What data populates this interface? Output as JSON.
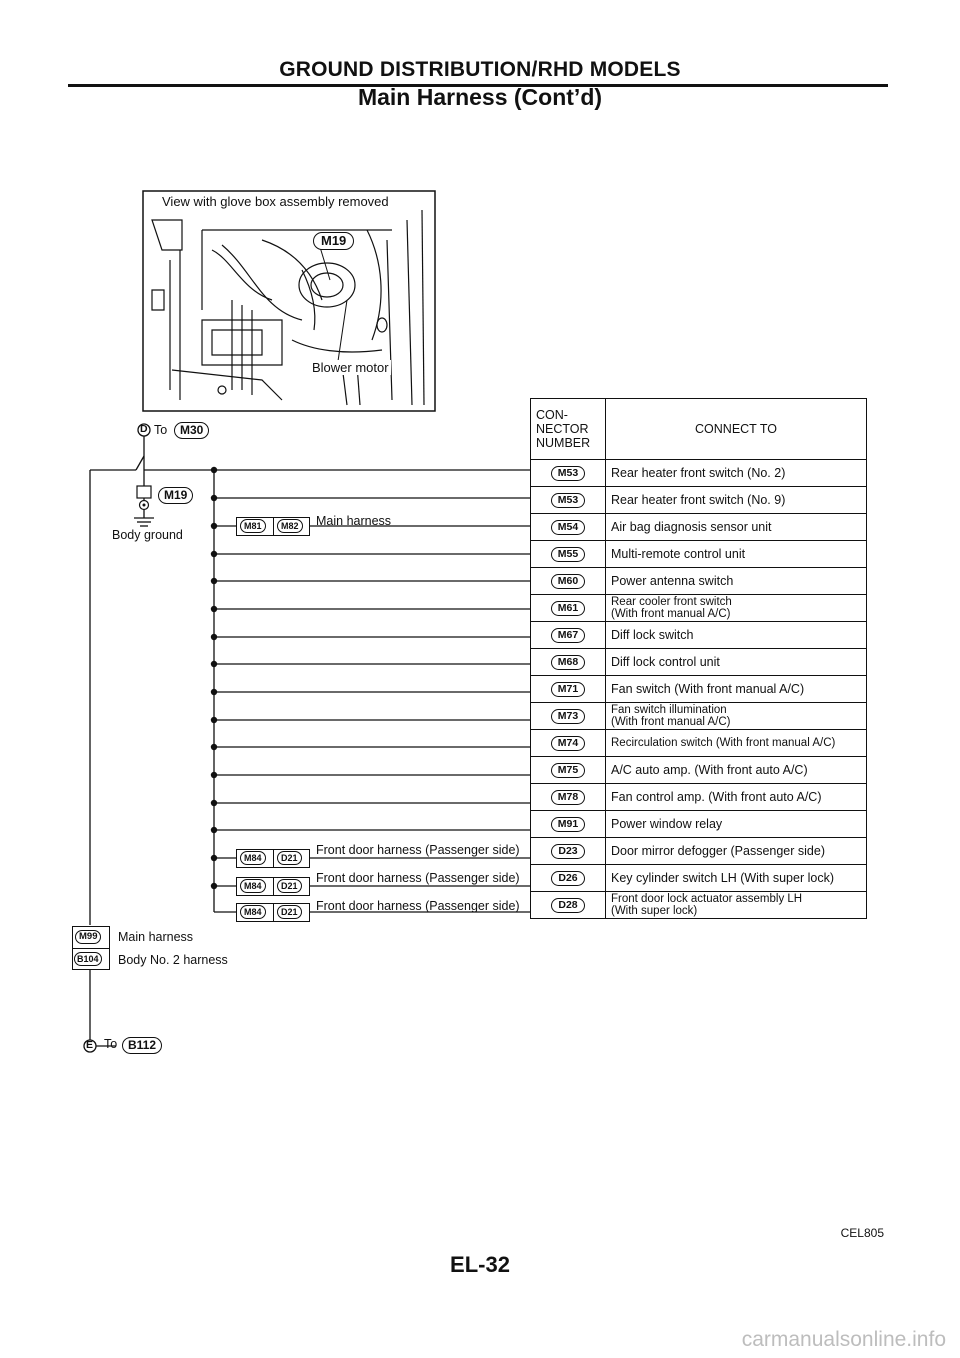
{
  "header": {
    "title": "GROUND DISTRIBUTION/RHD MODELS",
    "subtitle": "Main Harness (Cont’d)"
  },
  "photo": {
    "caption": "View with glove box assembly removed",
    "connector_callout": "M19",
    "blower_label": "Blower motor"
  },
  "ground": {
    "to_prefix": "To",
    "top_connector": "D",
    "top_target": "M30",
    "ground_connector": "M19",
    "ground_label": "Body ground",
    "bottom_connector": "E",
    "bottom_target": "B112"
  },
  "harness_pairs": {
    "main_pair": [
      "M81",
      "M82"
    ],
    "main_pair_label": "Main harness",
    "door_pair": [
      "M84",
      "D21"
    ],
    "door_pair_label": "Front door harness (Passenger side)"
  },
  "lower_harness": [
    {
      "connector": "M99",
      "label": "Main harness"
    },
    {
      "connector": "B104",
      "label": "Body No. 2 harness"
    }
  ],
  "table": {
    "col1_header": "CON-\nNECTOR\nNUMBER",
    "col2_header": "CONNECT TO",
    "rows": [
      {
        "connector": "M53",
        "connect_to": "Rear heater front switch (No. 2)"
      },
      {
        "connector": "M53",
        "connect_to": "Rear heater front switch (No. 9)"
      },
      {
        "connector": "M54",
        "connect_to": "Air bag diagnosis sensor unit"
      },
      {
        "connector": "M55",
        "connect_to": "Multi-remote control unit"
      },
      {
        "connector": "M60",
        "connect_to": "Power antenna switch"
      },
      {
        "connector": "M61",
        "connect_to": "Rear cooler front switch\n(With front manual A/C)"
      },
      {
        "connector": "M67",
        "connect_to": "Diff lock switch"
      },
      {
        "connector": "M68",
        "connect_to": "Diff lock control unit"
      },
      {
        "connector": "M71",
        "connect_to": "Fan switch (With front manual A/C)"
      },
      {
        "connector": "M73",
        "connect_to": "Fan switch illumination\n(With front manual A/C)"
      },
      {
        "connector": "M74",
        "connect_to": "Recirculation switch (With front manual A/C)"
      },
      {
        "connector": "M75",
        "connect_to": "A/C auto amp. (With front auto A/C)"
      },
      {
        "connector": "M78",
        "connect_to": "Fan control amp. (With front auto A/C)"
      },
      {
        "connector": "M91",
        "connect_to": "Power window relay"
      },
      {
        "connector": "D23",
        "connect_to": "Door mirror defogger (Passenger side)"
      },
      {
        "connector": "D26",
        "connect_to": "Key cylinder switch LH (With super lock)"
      },
      {
        "connector": "D28",
        "connect_to": "Front door lock actuator assembly LH\n(With super lock)"
      }
    ]
  },
  "footer": {
    "figure_code": "CEL805",
    "page_number": "EL-32",
    "watermark": "carmanualsonline.info"
  }
}
